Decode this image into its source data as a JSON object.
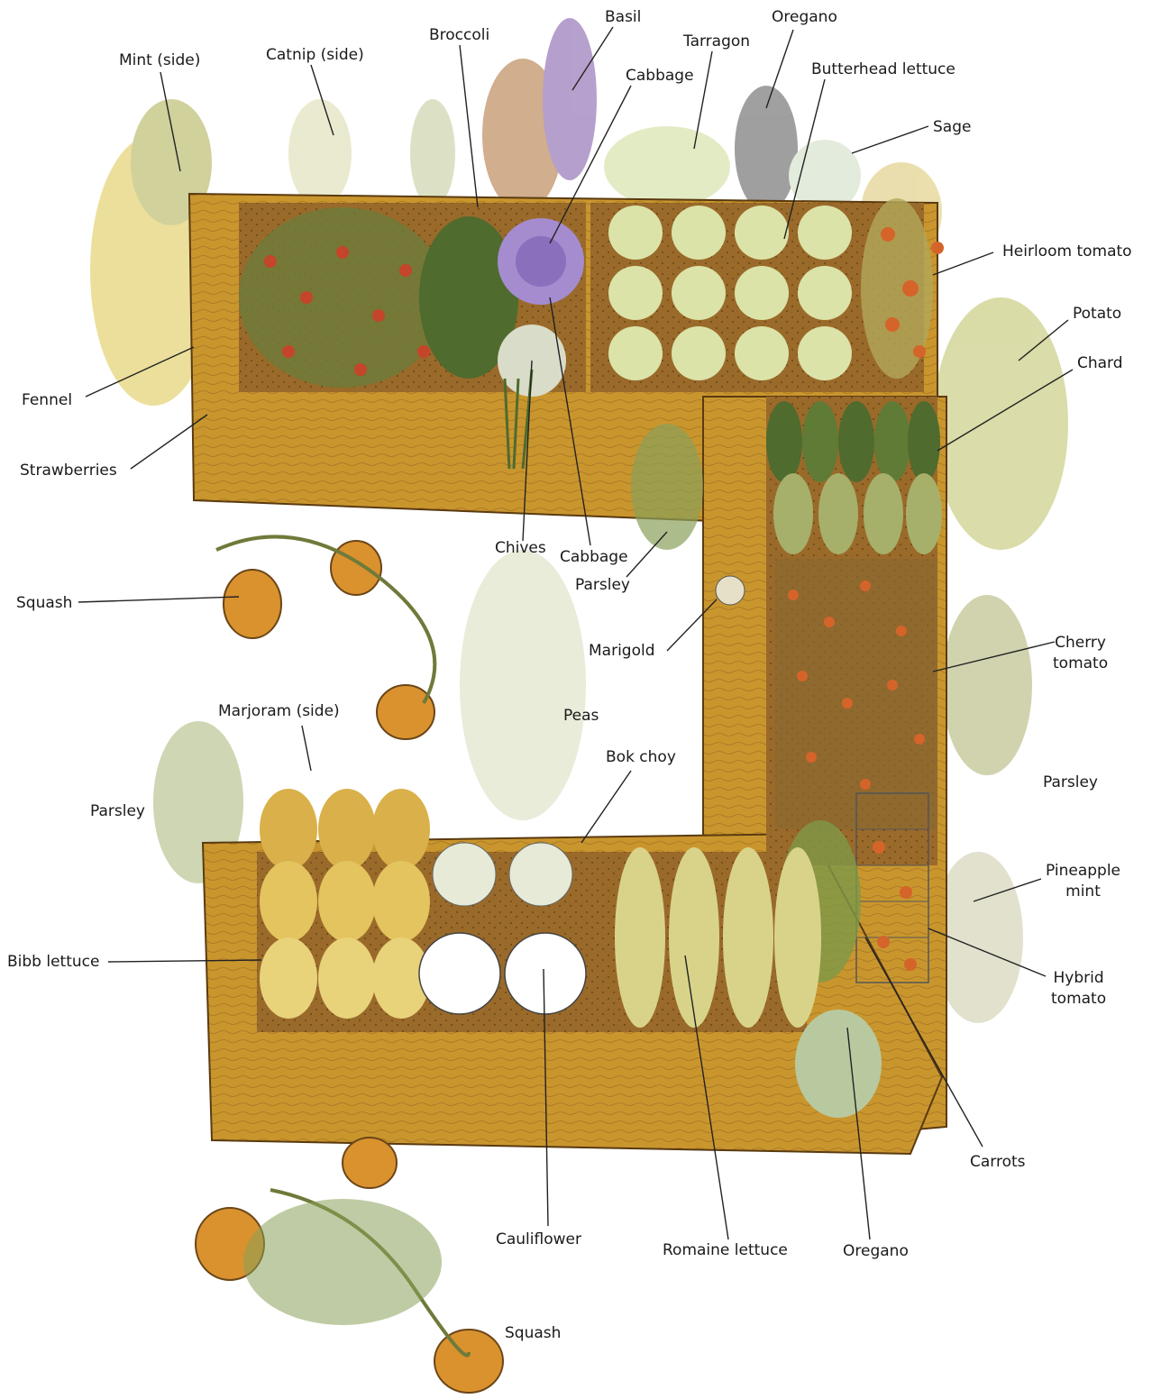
{
  "labels": {
    "mint_side": "Mint (side)",
    "catnip_side": "Catnip (side)",
    "broccoli": "Broccoli",
    "basil": "Basil",
    "cabbage_top": "Cabbage",
    "tarragon": "Tarragon",
    "oregano_top": "Oregano",
    "butterhead_lettuce": "Butterhead lettuce",
    "sage": "Sage",
    "heirloom_tomato": "Heirloom tomato",
    "potato": "Potato",
    "chard": "Chard",
    "fennel": "Fennel",
    "strawberries": "Strawberries",
    "chives": "Chives",
    "cabbage_mid": "Cabbage",
    "parsley_mid": "Parsley",
    "squash_left": "Squash",
    "marigold": "Marigold",
    "cherry_tomato_1": "Cherry",
    "cherry_tomato_2": "tomato",
    "peas": "Peas",
    "marjoram_side": "Marjoram (side)",
    "bok_choy": "Bok choy",
    "parsley_left": "Parsley",
    "parsley_right": "Parsley",
    "pineapple_mint_1": "Pineapple",
    "pineapple_mint_2": "mint",
    "bibb_lettuce": "Bibb lettuce",
    "hybrid_tomato_1": "Hybrid",
    "hybrid_tomato_2": "tomato",
    "carrots": "Carrots",
    "cauliflower": "Cauliflower",
    "romaine_lettuce": "Romaine lettuce",
    "oregano_bottom": "Oregano",
    "squash_bottom": "Squash"
  },
  "colors": {
    "wood": "#c9962e",
    "wood_dark": "#8a5a1a",
    "soil": "#9a6a2a",
    "leaf": "#8aa05a",
    "leaf_dark": "#4f6b2e",
    "lettuce": "#dbe3a8",
    "cabbage": "#a48ccf",
    "tomato": "#d5642a",
    "squash": "#d9922e",
    "line": "#222222"
  }
}
